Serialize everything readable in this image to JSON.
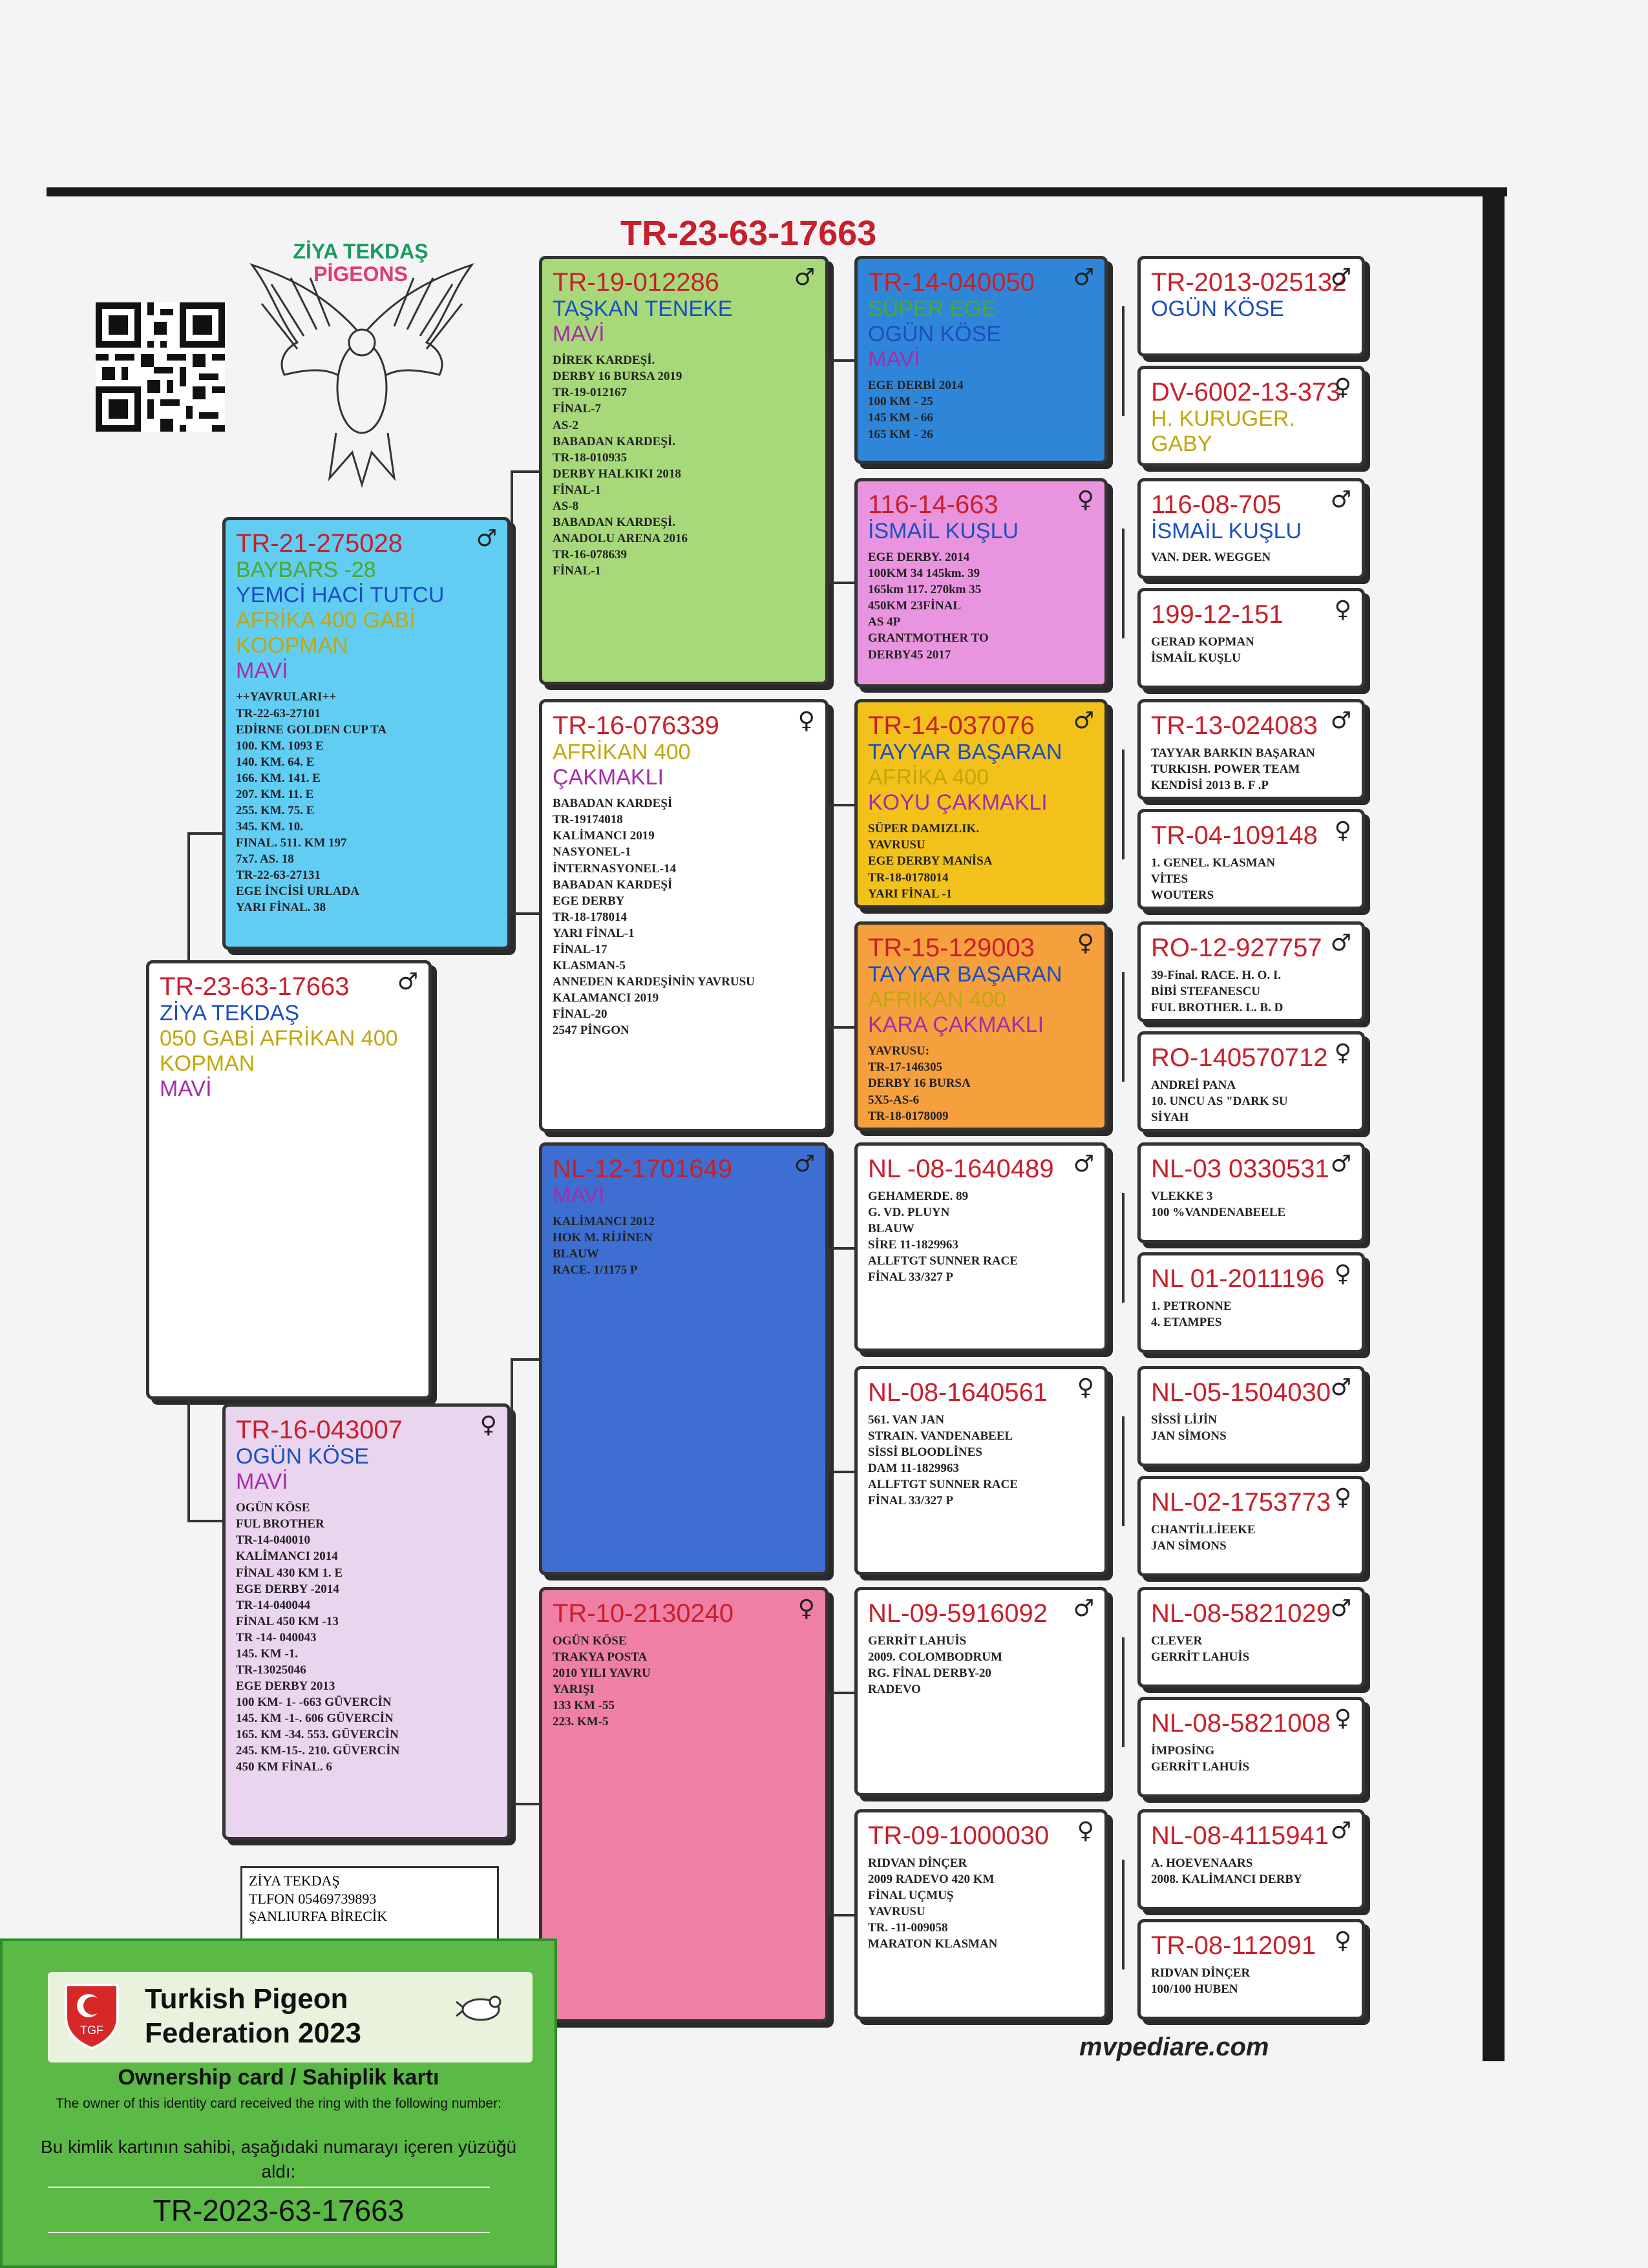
{
  "title": "TR-23-63-17663",
  "brand": {
    "line1": "ZİYA TEKDAŞ",
    "line2": "PİGEONS"
  },
  "website": "mvpediare.com",
  "owner_contact": [
    "ZİYA TEKDAŞ",
    "TLFON 05469739893",
    "ŞANLIURFA BİRECİK"
  ],
  "card": {
    "federation": [
      "Turkish Pigeon",
      "Federation 2023"
    ],
    "ownership": "Ownership card / Sahiplik kartı",
    "en_text": "The owner of this identity card received the ring with the following number:",
    "tr_text": "Bu kimlik kartının sahibi, aşağıdaki numarayı içeren yüzüğü aldı:",
    "ring_number": "TR-2023-63-17663"
  },
  "colors": {
    "green": "#a7d97b",
    "blue": "#2f86d9",
    "cyan": "#62cdf3",
    "pink": "#e994de",
    "yellow": "#f3c21a",
    "orange": "#f6a03d",
    "royal": "#3c6fd1",
    "lavender": "#ead5ef",
    "rose": "#f07fa6",
    "white": "#ffffff"
  },
  "pigeons": [
    {
      "id": "p1",
      "ring": "TR-23-63-17663",
      "sex": "♂",
      "names": [
        "ZİYA TEKDAŞ",
        "050 GABİ AFRİKAN 400",
        "KOPMAN",
        "MAVİ"
      ],
      "details": ""
    },
    {
      "id": "p2",
      "ring": "TR-21-275028",
      "sex": "♂",
      "names": [
        "BAYBARS -28",
        "YEMCİ HACİ TUTCU",
        "AFRİKA 400 GABİ",
        "KOOPMAN",
        "MAVİ"
      ],
      "details": "++YAVRULARI++\nTR-22-63-27101\nEDİRNE GOLDEN CUP TA\n100. KM. 1093 E\n140. KM. 64. E\n166. KM. 141. E\n207. KM. 11. E\n255. KM. 75. E\n345. KM. 10.\nFINAL. 511. KM 197\n7x7. AS. 18\nTR-22-63-27131\nEGE İNCİSİ URLADA\nYARI FİNAL. 38"
    },
    {
      "id": "p3",
      "ring": "TR-16-043007",
      "sex": "♀",
      "names": [
        "OGÜN KÖSE",
        "MAVİ"
      ],
      "details": "OGÜN KÖSE\nFUL BROTHER\nTR-14-040010\nKALİMANCI 2014\nFİNAL 430 KM 1. E\nEGE DERBY -2014\nTR-14-040044\nFİNAL 450 KM -13\nTR -14- 040043\n145. KM -1.\nTR-13025046\nEGE DERBY 2013\n100 KM- 1- -663 GÜVERCİN\n145. KM -1-. 606 GÜVERCİN\n165. KM -34. 553. GÜVERCİN\n245. KM-15-. 210. GÜVERCİN\n450 KM FİNAL. 6"
    },
    {
      "id": "p4",
      "ring": "TR-19-012286",
      "sex": "♂",
      "names": [
        "TAŞKAN TENEKE",
        "MAVİ"
      ],
      "details": "DİREK KARDEŞİ.\nDERBY 16 BURSA 2019\nTR-19-012167\nFİNAL-7\nAS-2\nBABADAN KARDEŞİ.\nTR-18-010935\nDERBY HALKIKI 2018\nFİNAL-1\nAS-8\nBABADAN KARDEŞİ.\nANADOLU ARENA 2016\nTR-16-078639\nFİNAL-1"
    },
    {
      "id": "p5",
      "ring": "TR-16-076339",
      "sex": "♀",
      "names": [
        "AFRİKAN 400",
        "ÇAKMAKLI"
      ],
      "details": "BABADAN KARDEŞİ\nTR-19174018\nKALİMANCI 2019\nNASYONEL-1\nİNTERNASYONEL-14\nBABADAN KARDEŞİ\nEGE DERBY\nTR-18-178014\nYARI FİNAL-1\nFİNAL-17\nKLASMAN-5\nANNEDEN KARDEŞİNİN YAVRUSU\nKALAMANCI 2019\nFİNAL-20\n2547 PİNGON"
    },
    {
      "id": "p6",
      "ring": "NL-12-1701649",
      "sex": "♂",
      "names": [
        "MAVİ"
      ],
      "details": "KALİMANCI 2012\nHOK M. RİJİNEN\nBLAUW\nRACE. 1/1175 P"
    },
    {
      "id": "p7",
      "ring": "TR-10-2130240",
      "sex": "♀",
      "names": [],
      "details": "OGÜN KÖSE\nTRAKYA POSTA\n2010 YILI YAVRU\nYARIŞI\n133 KM -55\n223. KM-5"
    },
    {
      "id": "p8",
      "ring": "TR-14-040050",
      "sex": "♂",
      "names": [
        "SÜPER EGE",
        "OGÜN KÖSE",
        "MAVİ"
      ],
      "details": "EGE DERBİ 2014\n100 KM - 25\n145 KM - 66\n165 KM - 26"
    },
    {
      "id": "p9",
      "ring": "116-14-663",
      "sex": "♀",
      "names": [
        "İSMAİL KUŞLU"
      ],
      "details": "EGE DERBY. 2014\n100KM 34 145km. 39\n165km 117. 270km 35\n450KM 23FİNAL\nAS 4P\nGRANTMOTHER TO\nDERBY45 2017"
    },
    {
      "id": "p10",
      "ring": "TR-14-037076",
      "sex": "♂",
      "names": [
        "TAYYAR BAŞARAN",
        "AFRİKA 400",
        "KOYU ÇAKMAKLI"
      ],
      "details": "SÜPER DAMIZLIK.\nYAVRUSU\nEGE DERBY MANİSA\nTR-18-0178014\nYARI FİNAL -1"
    },
    {
      "id": "p11",
      "ring": "TR-15-129003",
      "sex": "♀",
      "names": [
        "TAYYAR BAŞARAN",
        "AFRİKAN 400",
        "KARA ÇAKMAKLI"
      ],
      "details": "YAVRUSU:\nTR-17-146305\nDERBY 16 BURSA\n5X5-AS-6\nTR-18-0178009"
    },
    {
      "id": "p12",
      "ring": "NL -08-1640489",
      "sex": "♂",
      "names": [],
      "details": "GEHAMERDE. 89\nG. VD. PLUYN\nBLAUW\nSİRE 11-1829963\nALLFTGT SUNNER RACE\nFİNAL 33/327 P"
    },
    {
      "id": "p13",
      "ring": "NL-08-1640561",
      "sex": "♀",
      "names": [],
      "details": "561. VAN JAN\nSTRAIN. VANDENABEEL\nSİSSİ BLOODLİNES\nDAM 11-1829963\nALLFTGT SUNNER RACE\nFİNAL 33/327 P"
    },
    {
      "id": "p14",
      "ring": "NL-09-5916092",
      "sex": "♂",
      "names": [],
      "details": "GERRİT LAHUİS\n2009. COLOMBODRUM\nRG. FİNAL DERBY-20\nRADEVO"
    },
    {
      "id": "p15",
      "ring": "TR-09-1000030",
      "sex": "♀",
      "names": [],
      "details": "RIDVAN DİNÇER\n2009 RADEVO 420 KM\nFİNAL UÇMUŞ\nYAVRUSU\nTR. -11-009058\nMARATON KLASMAN"
    },
    {
      "id": "p16",
      "ring": "TR-2013-025132",
      "sex": "♂",
      "names": [
        "OGÜN KÖSE"
      ],
      "details": ""
    },
    {
      "id": "p17",
      "ring": "DV-6002-13-373",
      "sex": "♀",
      "names": [
        "H. KURUGER.",
        "GABY"
      ],
      "details": ""
    },
    {
      "id": "p18",
      "ring": "116-08-705",
      "sex": "♂",
      "names": [
        "İSMAİL KUŞLU"
      ],
      "details": "VAN. DER. WEGGEN"
    },
    {
      "id": "p19",
      "ring": "199-12-151",
      "sex": "♀",
      "names": [],
      "details": "GERAD KOPMAN\nİSMAİL KUŞLU"
    },
    {
      "id": "p20",
      "ring": "TR-13-024083",
      "sex": "♂",
      "names": [],
      "details": "TAYYAR BARKIN BAŞARAN\nTURKISH. POWER TEAM\nKENDİSİ 2013 B. F .P"
    },
    {
      "id": "p21",
      "ring": "TR-04-109148",
      "sex": "♀",
      "names": [],
      "details": "1. GENEL. KLASMAN\nVİTES\nWOUTERS"
    },
    {
      "id": "p22",
      "ring": "RO-12-927757",
      "sex": "♂",
      "names": [],
      "details": "39-Final. RACE. H. O. I.\nBİBİ STEFANESCU\nFUL BROTHER. L. B. D"
    },
    {
      "id": "p23",
      "ring": "RO-140570712",
      "sex": "♀",
      "names": [],
      "details": "ANDREİ PANA\n10. UNCU AS \"DARK SU\nSİYAH"
    },
    {
      "id": "p24",
      "ring": "NL-03 0330531",
      "sex": "♂",
      "names": [],
      "details": "VLEKKE 3\n100 %VANDENABEELE"
    },
    {
      "id": "p25",
      "ring": "NL 01-2011196",
      "sex": "♀",
      "names": [],
      "details": "1. PETRONNE\n4. ETAMPES"
    },
    {
      "id": "p26",
      "ring": "NL-05-1504030",
      "sex": "♂",
      "names": [],
      "details": "SİSSİ LİJİN\nJAN SİMONS"
    },
    {
      "id": "p27",
      "ring": "NL-02-1753773",
      "sex": "♀",
      "names": [],
      "details": "CHANTİLLİEEKE\nJAN SİMONS"
    },
    {
      "id": "p28",
      "ring": "NL-08-5821029",
      "sex": "♂",
      "names": [],
      "details": "CLEVER\nGERRİT LAHUİS"
    },
    {
      "id": "p29",
      "ring": "NL-08-5821008",
      "sex": "♀",
      "names": [],
      "details": "İMPOSİNG\nGERRİT LAHUİS"
    },
    {
      "id": "p30",
      "ring": "NL-08-4115941",
      "sex": "♂",
      "names": [],
      "details": "A. HOEVENAARS\n2008. KALİMANCI DERBY"
    },
    {
      "id": "p31",
      "ring": "TR-08-112091",
      "sex": "♀",
      "names": [],
      "details": "RIDVAN DİNÇER\n100/100 HUBEN"
    }
  ]
}
